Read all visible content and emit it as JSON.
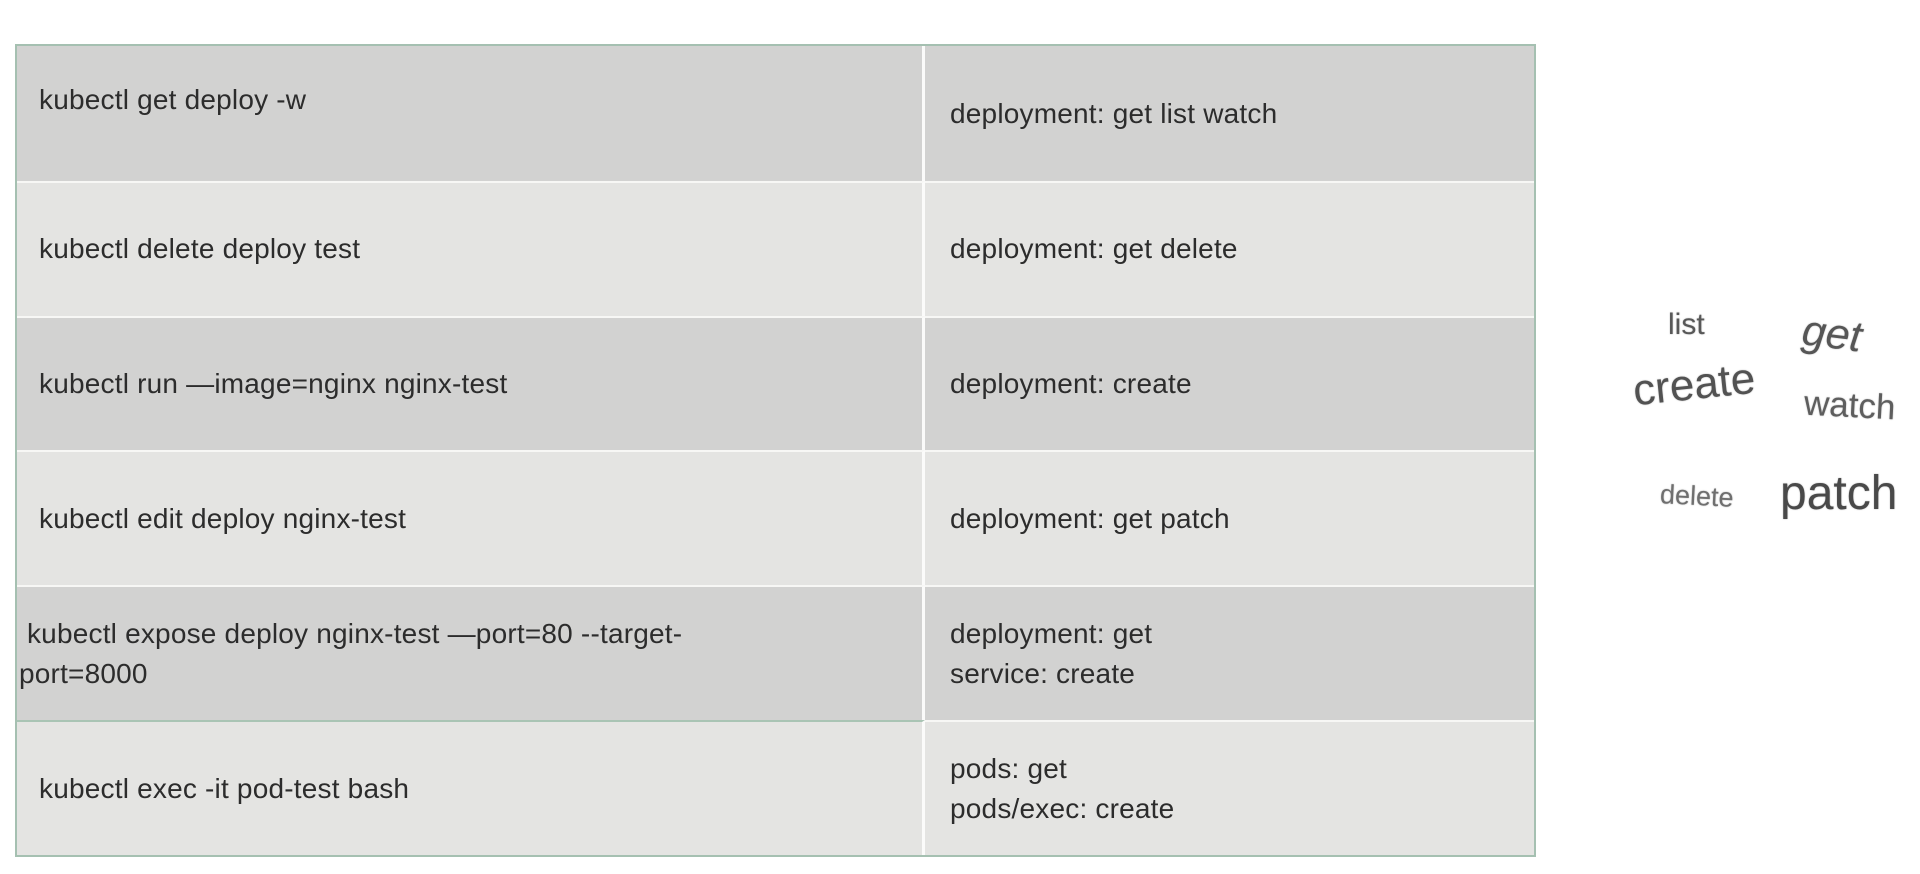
{
  "slide": {
    "table": {
      "rows": [
        {
          "command": "kubectl get deploy -w",
          "permissions": "deployment: get list watch"
        },
        {
          "command": "kubectl delete deploy test",
          "permissions": "deployment: get delete"
        },
        {
          "command": "kubectl run —image=nginx nginx-test",
          "permissions": "deployment: create"
        },
        {
          "command": "kubectl edit deploy nginx-test",
          "permissions": "deployment: get patch"
        },
        {
          "command": " kubectl expose deploy nginx-test —port=80 --target-\nport=8000",
          "permissions": "deployment: get\nservice: create"
        },
        {
          "command": "kubectl exec -it pod-test bash",
          "permissions": "pods: get\npods/exec: create"
        }
      ]
    },
    "word_cloud": [
      "list",
      "get",
      "create",
      "watch",
      "delete",
      "patch"
    ],
    "colors": {
      "row_dark": "#d2d2d1",
      "row_light": "#e4e4e2",
      "table_border": "#a5c0b1",
      "row_divider": "#f7f7f5",
      "green_divider": "#a9c4b4",
      "table_text": "#2c2c2c",
      "wordcloud_text": "#5a5a5a",
      "background": "#ffffff"
    }
  }
}
